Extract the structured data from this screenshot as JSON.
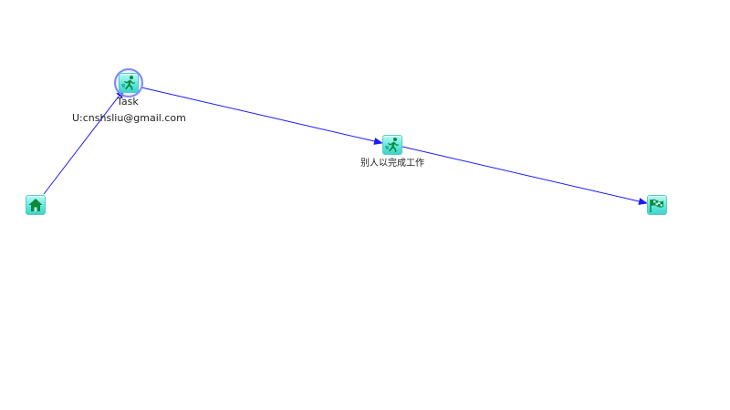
{
  "nodes": {
    "start": {
      "icon": "home-icon"
    },
    "task1": {
      "icon": "runner-icon",
      "title": "Task",
      "assignee": "U:cnshsliu@gmail.com"
    },
    "task2": {
      "icon": "runner-icon",
      "title": "别人以完成工作"
    },
    "end": {
      "icon": "checkered-flag-icon"
    }
  },
  "colors": {
    "edge": "#1a1aff",
    "node_fill": "#63e7df",
    "icon": "#0a8a3a",
    "selection_ring": "#7d86ff"
  }
}
